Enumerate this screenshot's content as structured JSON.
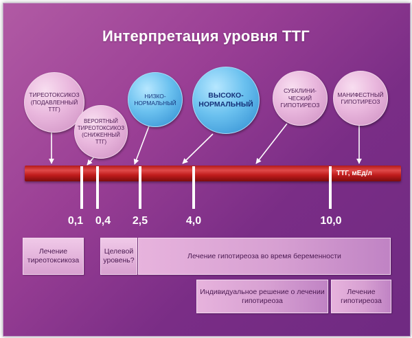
{
  "title": "Интерпретация уровня ТТГ",
  "bar_label": "ТТГ, мЕд/л",
  "circles": {
    "thyrotoxicosis": "ТИРЕОТОКСИКОЗ\n(ПОДАВЛЕННЫЙ\nТТГ)",
    "probable": "ВЕРОЯТНЫЙ\nТИРЕОТОКСИКОЗ\n(СНИЖЕННЫЙ\nТТГ)",
    "low_normal": "НИЗКО-\nНОРМАЛЬНЫЙ",
    "high_normal": "ВЫСОКО-\nНОРМАЛЬНЫЙ",
    "subclinical": "СУБКЛИНИ-\nЧЕСКИЙ\nГИПОТИРЕОЗ",
    "manifest": "МАНИФЕСТНЫЙ\nГИПОТИРЕОЗ"
  },
  "values": [
    "0,1",
    "0,4",
    "2,5",
    "4,0",
    "10,0"
  ],
  "boxes": {
    "treat_thyrotoxicosis": "Лечение\nтиреотоксикоза",
    "target_level": "Целевой\nуровень?",
    "pregnancy": "Лечение гипотиреоза во время беременности",
    "individual": "Индивидуальное решение о лечении\nгипотиреоза",
    "treat_hypothyroidism": "Лечение\nгипотиреоза"
  },
  "colors": {
    "background": "#8e3a91",
    "bar": "#c01c1c",
    "pink_circle": "#e9b7dd",
    "blue_circle": "#4fb0e6",
    "box": "#e2b0da"
  }
}
